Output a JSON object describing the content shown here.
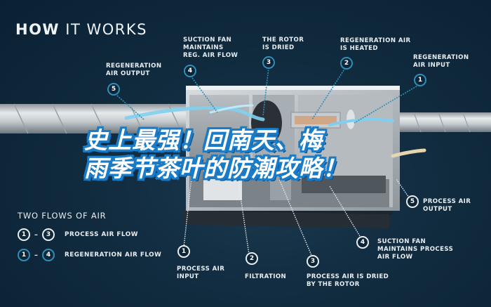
{
  "title": {
    "bold": "HOW",
    "rest": " IT WORKS"
  },
  "top_steps": [
    {
      "num": "5",
      "label": "REGENERATION\nAIR OUTPUT"
    },
    {
      "num": "4",
      "label": "SUCTION FAN\nMAINTAINS\nREG. AIR FLOW"
    },
    {
      "num": "3",
      "label": "THE ROTOR\nIS DRIED"
    },
    {
      "num": "2",
      "label": "REGENERATION AIR\nIS HEATED"
    },
    {
      "num": "1",
      "label": "REGENERATION\nAIR INPUT"
    }
  ],
  "bottom_steps": [
    {
      "num": "1",
      "label": "PROCESS AIR\nINPUT"
    },
    {
      "num": "2",
      "label": "FILTRATION"
    },
    {
      "num": "3",
      "label": "PROCESS AIR IS DRIED\nBY THE ROTOR"
    },
    {
      "num": "4",
      "label": "SUCTION FAN\nMAINTAINS PROCESS\nAIR FLOW"
    },
    {
      "num": "5",
      "label": "PROCESS AIR\nOUTPUT"
    }
  ],
  "legend": {
    "title": "TWO FLOWS OF AIR",
    "rows": [
      {
        "from": "1",
        "to": "3",
        "dash": "–",
        "label": "PROCESS AIR FLOW"
      },
      {
        "from": "1",
        "to": "4",
        "dash": "–",
        "label": "REGENERATION AIR FLOW"
      }
    ]
  },
  "headline": {
    "line1": "史上最强！回南天、梅",
    "line2": "雨季节茶叶的防潮攻略！"
  },
  "colors": {
    "background": "#0b2234",
    "accent_blue": "#2f8fb8",
    "headline_stroke": "#1a7bc7",
    "airflow": "#7fd0f0"
  }
}
